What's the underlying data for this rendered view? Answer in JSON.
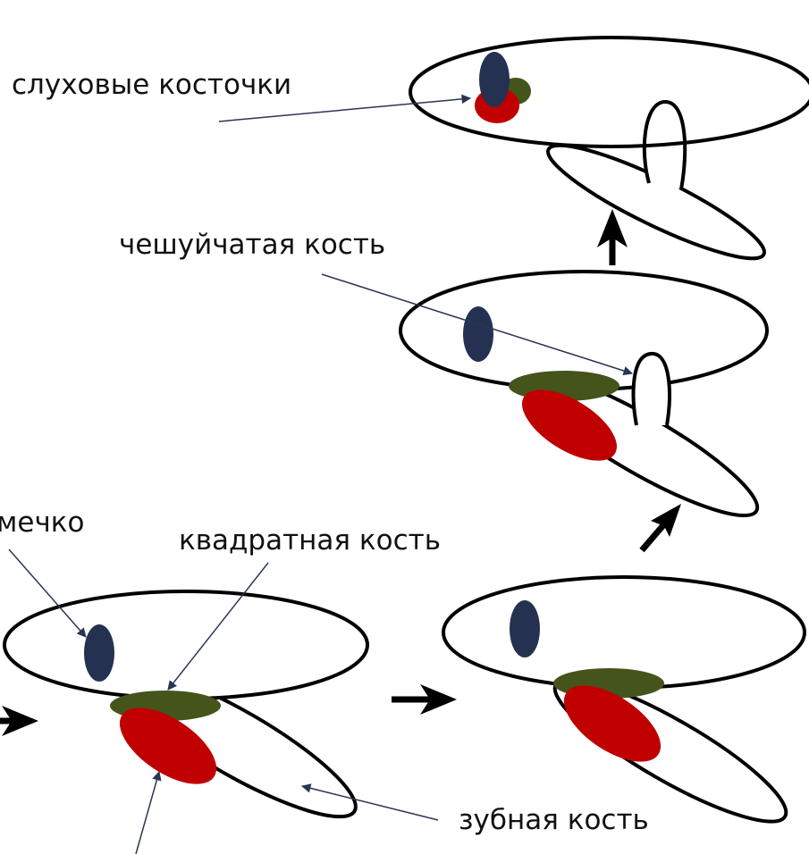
{
  "labels": {
    "ossicles": "слуховые косточки",
    "squamosal": "чешуйчатая кость",
    "stapes_partial": "мечко",
    "quadrate": "квадратная кость",
    "dentary": "зубная кость"
  },
  "colors": {
    "outline": "#000000",
    "pointer": "#2a3553",
    "stapes": "#253150",
    "quadrate": "#45541b",
    "articular": "#c00000"
  }
}
